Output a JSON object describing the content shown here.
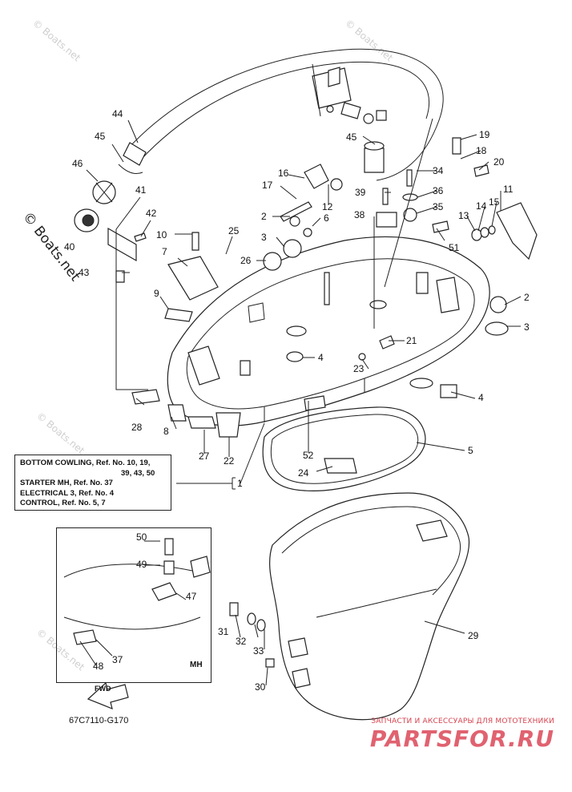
{
  "legend": {
    "lines": [
      "BOTTOM COWLING, Ref. No. 10, 19,",
      "39, 43, 50",
      "STARTER MH, Ref. No. 37",
      "ELECTRICAL 3, Ref. No. 4",
      "CONTROL, Ref. No. 5, 7"
    ]
  },
  "inset": {
    "label": "MH"
  },
  "fwd_label": "FWD",
  "diagram_code": "67C7110-G170",
  "brand": {
    "tagline": "ЗАПЧАСТИ И АКСЕССУАРЫ ДЛЯ МОТОТЕХНИКИ",
    "logo": "PARTSFOR.RU"
  },
  "watermark": "© Boats.net",
  "callouts": [
    {
      "id": "c1",
      "label": "1"
    },
    {
      "id": "c2a",
      "label": "2"
    },
    {
      "id": "c2b",
      "label": "2"
    },
    {
      "id": "c3a",
      "label": "3"
    },
    {
      "id": "c3b",
      "label": "3"
    },
    {
      "id": "c4a",
      "label": "4"
    },
    {
      "id": "c4b",
      "label": "4"
    },
    {
      "id": "c5",
      "label": "5"
    },
    {
      "id": "c6",
      "label": "6"
    },
    {
      "id": "c7",
      "label": "7"
    },
    {
      "id": "c8",
      "label": "8"
    },
    {
      "id": "c9",
      "label": "9"
    },
    {
      "id": "c10",
      "label": "10"
    },
    {
      "id": "c11",
      "label": "11"
    },
    {
      "id": "c12",
      "label": "12"
    },
    {
      "id": "c13",
      "label": "13"
    },
    {
      "id": "c14",
      "label": "14"
    },
    {
      "id": "c15",
      "label": "15"
    },
    {
      "id": "c16",
      "label": "16"
    },
    {
      "id": "c17",
      "label": "17"
    },
    {
      "id": "c18",
      "label": "18"
    },
    {
      "id": "c19",
      "label": "19"
    },
    {
      "id": "c20",
      "label": "20"
    },
    {
      "id": "c21",
      "label": "21"
    },
    {
      "id": "c22",
      "label": "22"
    },
    {
      "id": "c23",
      "label": "23"
    },
    {
      "id": "c24",
      "label": "24"
    },
    {
      "id": "c25",
      "label": "25"
    },
    {
      "id": "c26",
      "label": "26"
    },
    {
      "id": "c27",
      "label": "27"
    },
    {
      "id": "c28",
      "label": "28"
    },
    {
      "id": "c29",
      "label": "29"
    },
    {
      "id": "c30",
      "label": "30"
    },
    {
      "id": "c31",
      "label": "31"
    },
    {
      "id": "c32",
      "label": "32"
    },
    {
      "id": "c33",
      "label": "33"
    },
    {
      "id": "c34",
      "label": "34"
    },
    {
      "id": "c35",
      "label": "35"
    },
    {
      "id": "c36",
      "label": "36"
    },
    {
      "id": "c37",
      "label": "37"
    },
    {
      "id": "c38",
      "label": "38"
    },
    {
      "id": "c39",
      "label": "39"
    },
    {
      "id": "c40",
      "label": "40"
    },
    {
      "id": "c41",
      "label": "41"
    },
    {
      "id": "c42",
      "label": "42"
    },
    {
      "id": "c43",
      "label": "43"
    },
    {
      "id": "c44",
      "label": "44"
    },
    {
      "id": "c45a",
      "label": "45"
    },
    {
      "id": "c45b",
      "label": "45"
    },
    {
      "id": "c46",
      "label": "46"
    },
    {
      "id": "c47",
      "label": "47"
    },
    {
      "id": "c48",
      "label": "48"
    },
    {
      "id": "c49",
      "label": "49"
    },
    {
      "id": "c50",
      "label": "50"
    },
    {
      "id": "c51",
      "label": "51"
    },
    {
      "id": "c52",
      "label": "52"
    }
  ]
}
